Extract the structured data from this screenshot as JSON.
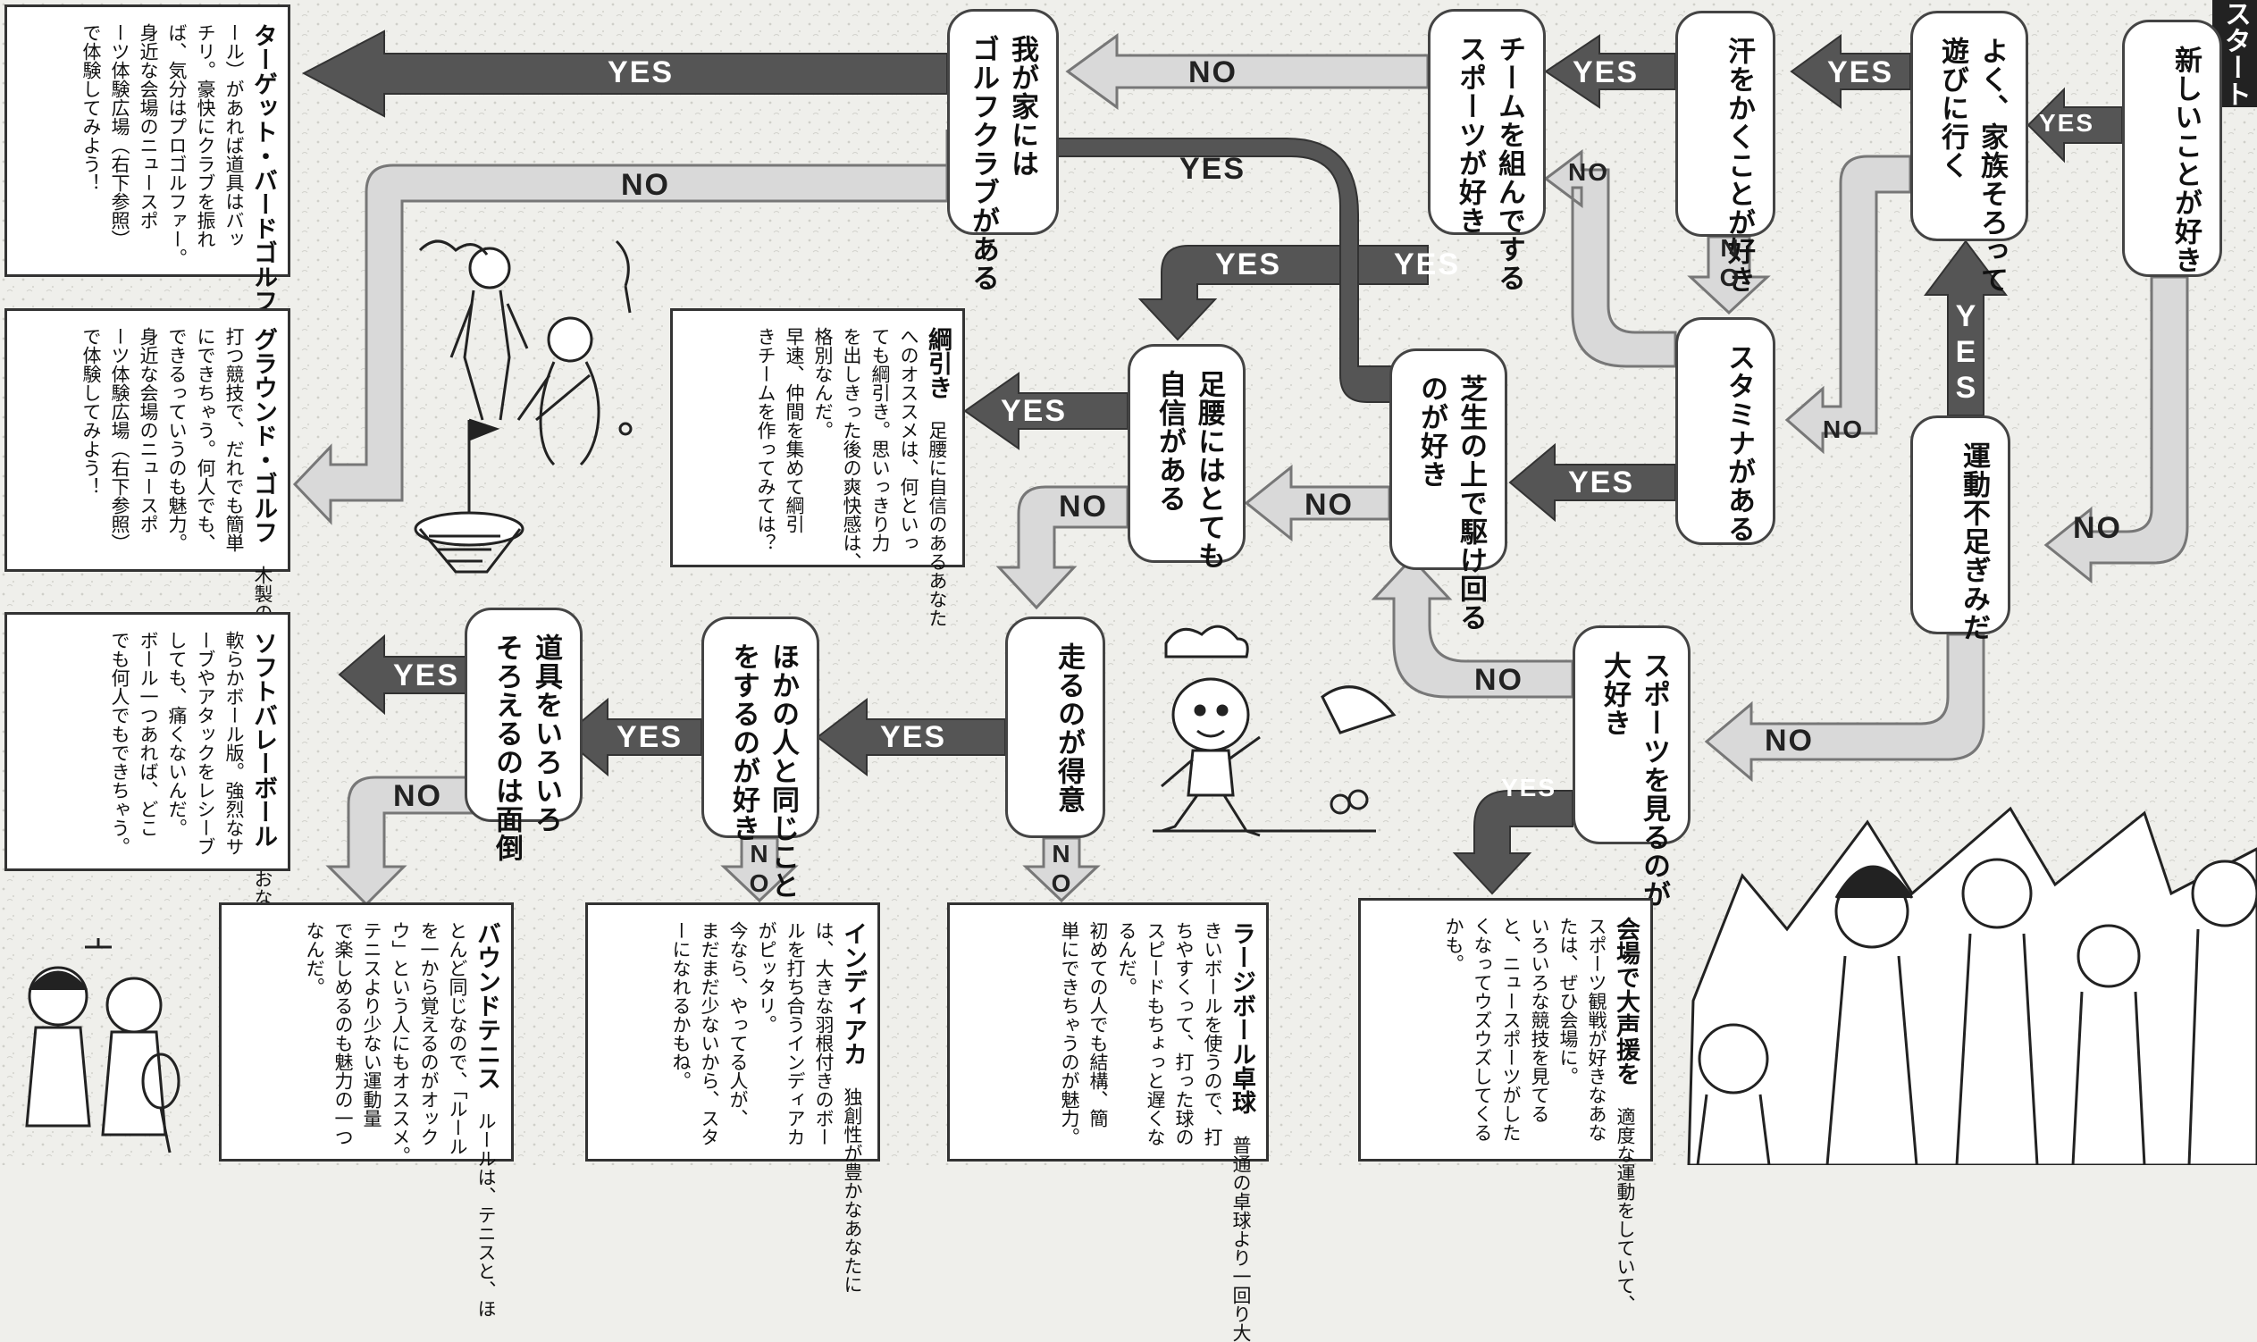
{
  "start_label": "スタート",
  "colors": {
    "yes_arrow": "#555555",
    "no_arrow": "#d9d9d9",
    "tab": "#222222"
  },
  "nodes": {
    "q_new": "新しいことが好き",
    "q_family": "よく、家族そろって\n遊びに行く",
    "q_sweat": "汗をかくことが好き",
    "q_team": "チームを組んでする\nスポーツが好き",
    "q_golf": "我が家には\nゴルフクラブがある",
    "q_lack": "運動不足ぎみだ",
    "q_stamina": "スタミナがある",
    "q_grass": "芝生の上で駆け回る\nのが好き",
    "q_waist": "足腰にはとても\n自信がある",
    "q_watch": "スポーツを見るのが\n大好き",
    "q_run": "走るのが得意",
    "q_same": "ほかの人と同じこと\nをするのが好き",
    "q_tools": "道具をいろいろ\nそろえるのは面倒"
  },
  "results": {
    "target": {
      "title": "ターゲット・バードゴルフ",
      "body": "シャトル（羽根付きのボ\nール）があれば道具はバッ\nチリ。豪快にクラブを振れ\nば、気分はプロゴルファー。\n身近な会場のニュースポ\nーツ体験広場（右下参照）\nで体験してみよう！"
    },
    "ground": {
      "title": "グラウンド・ゴルフ",
      "body": "木製のクラブでボールを\n打つ競技で、だれでも簡単\nにできちゃう。何人でも、\nできるっていうのも魅力。\n身近な会場のニュースポ\nーツ体験広場（右下参照）\nで体験してみよう！"
    },
    "tug": {
      "title": "綱引き",
      "body": "足腰に自信のあるあなた\nへのオススメは、何といっ\nても綱引き。思いっきり力\nを出しきった後の爽快感は、\n格別なんだ。\n早速、仲間を集めて綱引\nきチームを作ってみては？"
    },
    "soft": {
      "title": "ソフトバレーボール",
      "body": "おなじみバレーボールの\n軟らかボール版。強烈なサ\nーブやアタックをレシーブ\nしても、痛くないんだ。\nボール一つあれば、どこ\nでも何人でもできちゃう。"
    },
    "bound": {
      "title": "バウンドテニス",
      "body": "ルールは、テニスと、ほ\nとんど同じなので、「ルール\nを一から覚えるのがオック\nウ」という人にもオススメ。\nテニスより少ない運動量\nで楽しめるのも魅力の一つ\nなんだ。"
    },
    "indiaca": {
      "title": "インディアカ",
      "body": "独創性が豊かなあなたに\nは、大きな羽根付きのボー\nルを打ち合うインディアカ\nがピッタリ。\n今なら、やってる人が、\nまだまだ少ないから、スタ\nーになれるかもね。"
    },
    "pingpong": {
      "title": "ラージボール卓球",
      "body": "普通の卓球より一回り大\nきいボールを使うので、打\nちやすくって、打った球の\nスピードもちょっと遅くな\nるんだ。\n初めての人でも結構、簡\n単にできちゃうのが魅力。"
    },
    "cheer": {
      "title": "会場で大声援を",
      "body": "適度な運動をしていて、\nスポーツ観戦が好きなあな\nたは、ぜひ会場に。\nいろいろな競技を見てる\nと、ニュースポーツがした\nくなってウズウズしてくる\nかも。"
    }
  },
  "arrow_labels": {
    "yes": "YES",
    "no": "NO"
  },
  "illustrations": [
    "golf-players-illustration",
    "running-boy-illustration",
    "tennis-ladies-illustration",
    "family-group-illustration"
  ]
}
